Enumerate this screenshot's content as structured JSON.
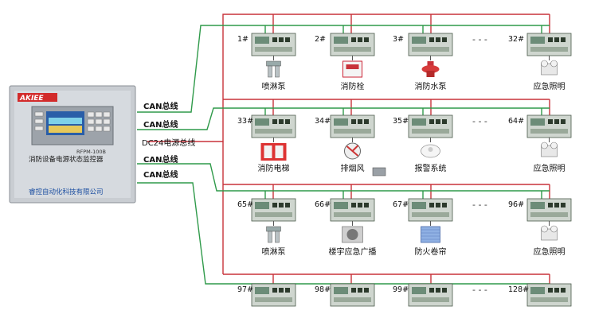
{
  "panel": {
    "brand": "AKIEE",
    "model": "RFPM-100B",
    "device_name": "消防设备电源状态监控器",
    "company": "睿控自动化科技有限公司"
  },
  "bus_labels": {
    "can1": "CAN总线",
    "can2": "CAN总线",
    "dc24": "DC24电源总线",
    "can3": "CAN总线",
    "can4": "CAN总线"
  },
  "ellipsis": "- - -",
  "rows": [
    {
      "modules": [
        "1#",
        "2#",
        "3#",
        "32#"
      ],
      "devices": [
        "喷淋泵",
        "消防栓",
        "消防水泵",
        "应急照明"
      ]
    },
    {
      "modules": [
        "33#",
        "34#",
        "35#",
        "64#"
      ],
      "devices": [
        "消防电梯",
        "排烟风",
        "报警系统",
        "应急照明"
      ]
    },
    {
      "modules": [
        "65#",
        "66#",
        "67#",
        "96#"
      ],
      "devices": [
        "喷淋泵",
        "楼宇应急广播",
        "防火卷帘",
        "应急照明"
      ]
    },
    {
      "modules": [
        "97#",
        "98#",
        "99#",
        "128#"
      ],
      "devices": []
    }
  ],
  "colors": {
    "bus_red": "#c8323a",
    "bus_green": "#2f9a4a",
    "panel_gray": "#c9cdd2"
  }
}
